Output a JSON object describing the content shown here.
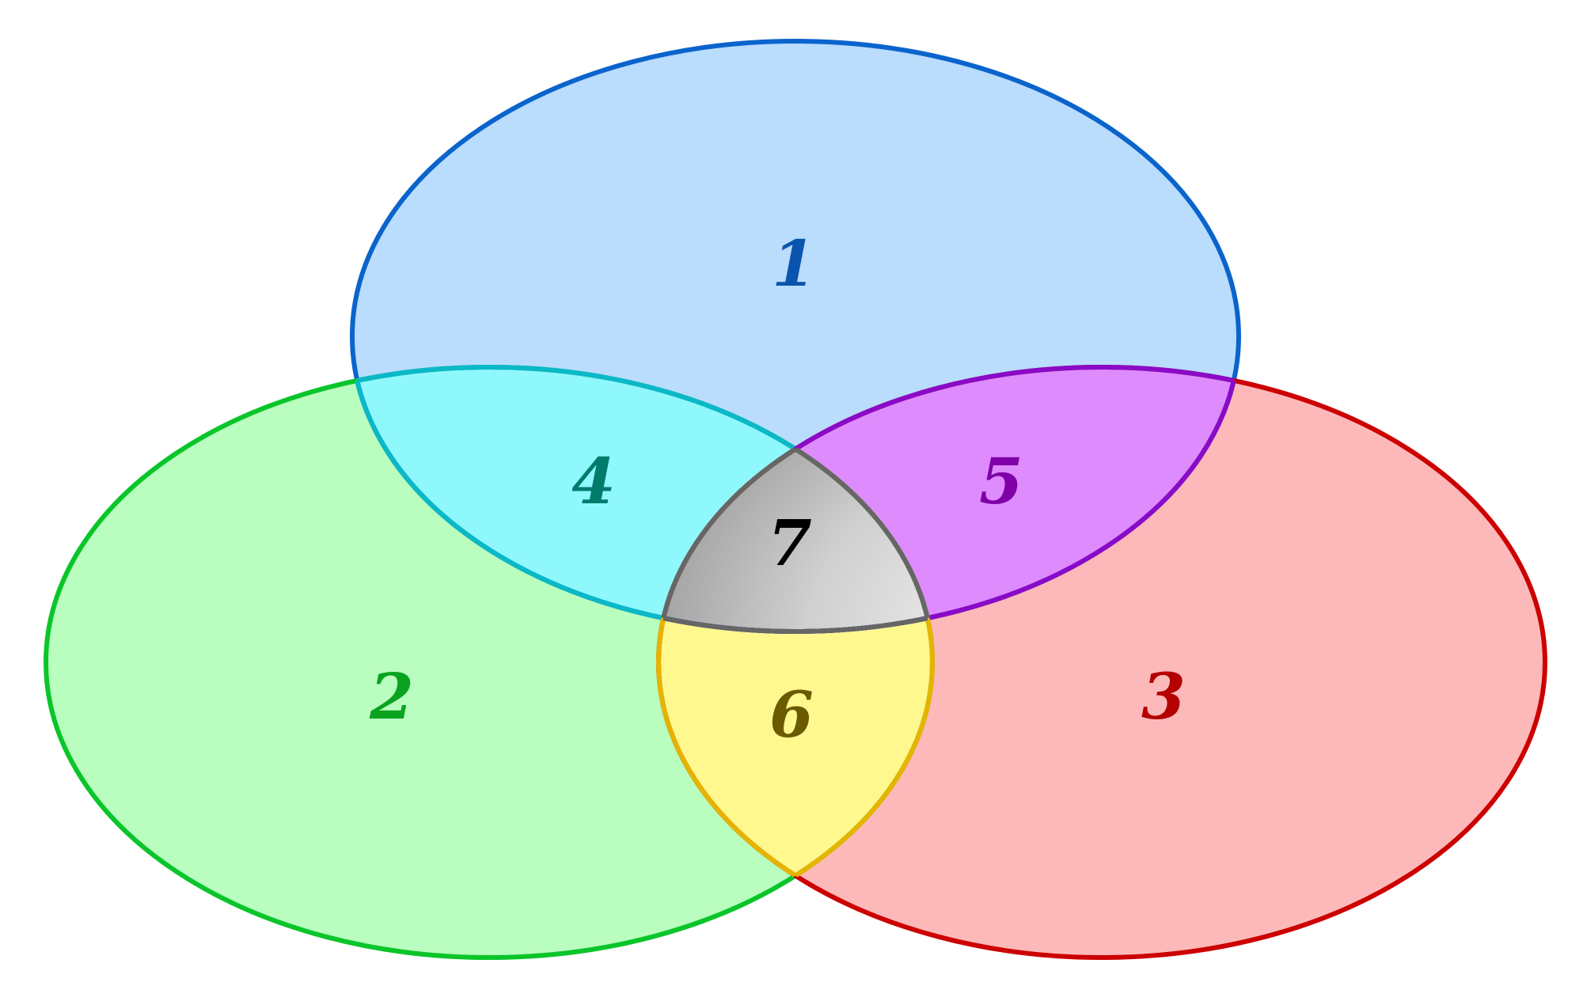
{
  "diagram": {
    "regions": [
      {
        "id": "1",
        "label": "1",
        "fill": "#badcfd",
        "text_color": "#0a54ae"
      },
      {
        "id": "2",
        "label": "2",
        "fill": "#b9fdbf",
        "text_color": "#0aa31f"
      },
      {
        "id": "3",
        "label": "3",
        "fill": "#fdb9b9",
        "text_color": "#b40000"
      },
      {
        "id": "4",
        "label": "4",
        "fill": "#8ff8fd",
        "text_color": "#007b6c"
      },
      {
        "id": "5",
        "label": "5",
        "fill": "#de8bfd",
        "text_color": "#7e00a6"
      },
      {
        "id": "6",
        "label": "6",
        "fill": "#fef88e",
        "text_color": "#6a5a00"
      },
      {
        "id": "7",
        "label": "7",
        "fill": "#c8c8c8",
        "text_color": "#000000"
      }
    ],
    "outline_colors": {
      "set_1": "#0a64cc",
      "set_2": "#0ac52a",
      "set_3": "#cc0000",
      "overlap_12": "#0ab8c8",
      "overlap_13": "#8a0ac8",
      "overlap_23": "#e6b400",
      "overlap_123": "#666666"
    }
  }
}
